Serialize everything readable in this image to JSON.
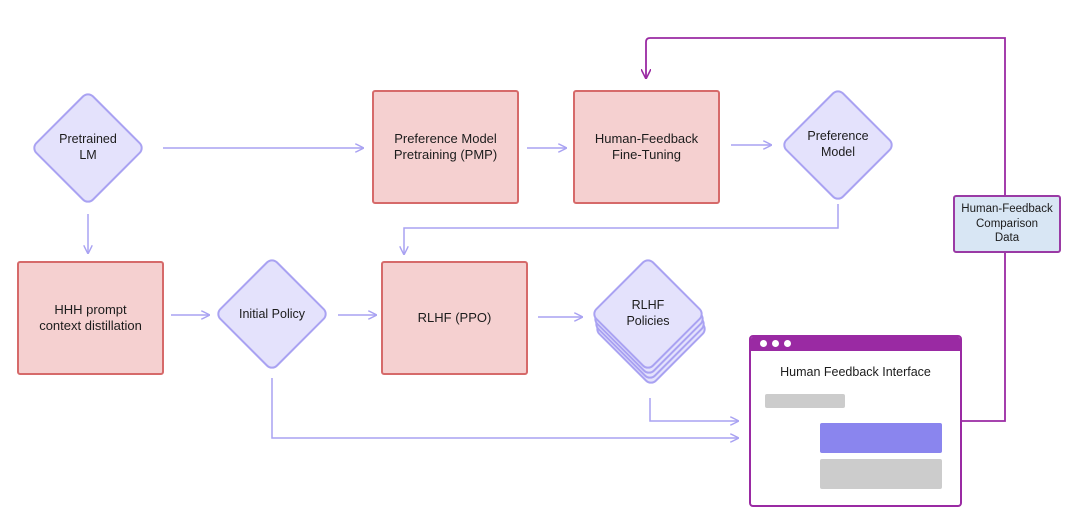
{
  "nodes": {
    "pretrained_lm": "Pretrained\nLM",
    "pmp": "Preference Model\nPretraining (PMP)",
    "hf_finetuning": "Human-Feedback\nFine-Tuning",
    "preference_model": "Preference\nModel",
    "hhh_distillation": "HHH prompt\ncontext distillation",
    "initial_policy": "Initial Policy",
    "rlhf_ppo": "RLHF (PPO)",
    "rlhf_policies": "RLHF\nPolicies",
    "comparison_data": "Human-Feedback\nComparison\nData"
  },
  "interface": {
    "title": "Human Feedback Interface"
  },
  "colors": {
    "process_fill": "#f5d0d0",
    "process_border": "#d66a6a",
    "model_fill": "#e4e2fc",
    "model_border": "#a9a2f2",
    "arrow": "#a9a2f2",
    "feedback_loop": "#9a2aa3",
    "chat_gray": "#cccccc",
    "chat_purple": "#8a85ee"
  }
}
